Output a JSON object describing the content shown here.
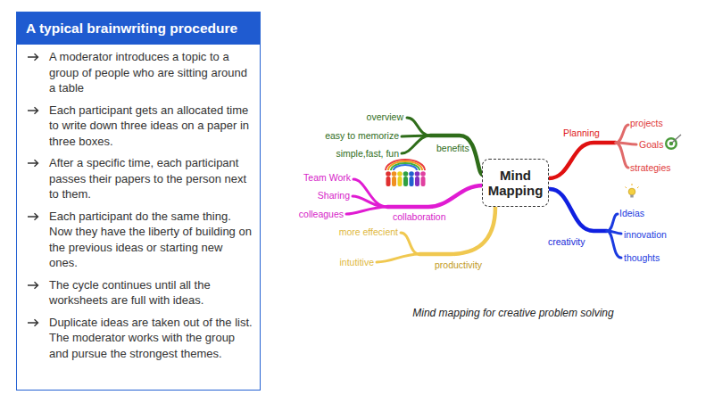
{
  "diagram": {
    "caption": "Mind mapping for creative problem solving",
    "nodes": [
      {
        "text": [
          "A typical brainwriting procedure",
          "A moderator introduces a topic to a group of people who are sitting around a table",
          "Each participant gets an allocated time to write down three ideas on a paper in three boxes.",
          "After a specific time, each participant passes their papers to the person next to them.",
          "Each participant do the same thing. Now they have the liberty of building on the previous ideas or starting new ones.",
          "The cycle continues until all the worksheets are full with ideas.",
          "Duplicate ideas are taken out of the list. The moderator works with the group and pursue the strongest themes."
        ]
      },
      {
        "text": [
          "Mind Mapping"
        ]
      }
    ],
    "labels": [
      "benefits",
      "overview",
      "easy to memorize",
      "simple,fast, fun",
      "collaboration",
      "Team Work",
      "Sharing",
      "colleagues",
      "productivity",
      "more effecient",
      "intutitive",
      "Planning",
      "projects",
      "Goals",
      "strategies",
      "creativity",
      "Ideias",
      "innovation",
      "thoughts"
    ]
  }
}
